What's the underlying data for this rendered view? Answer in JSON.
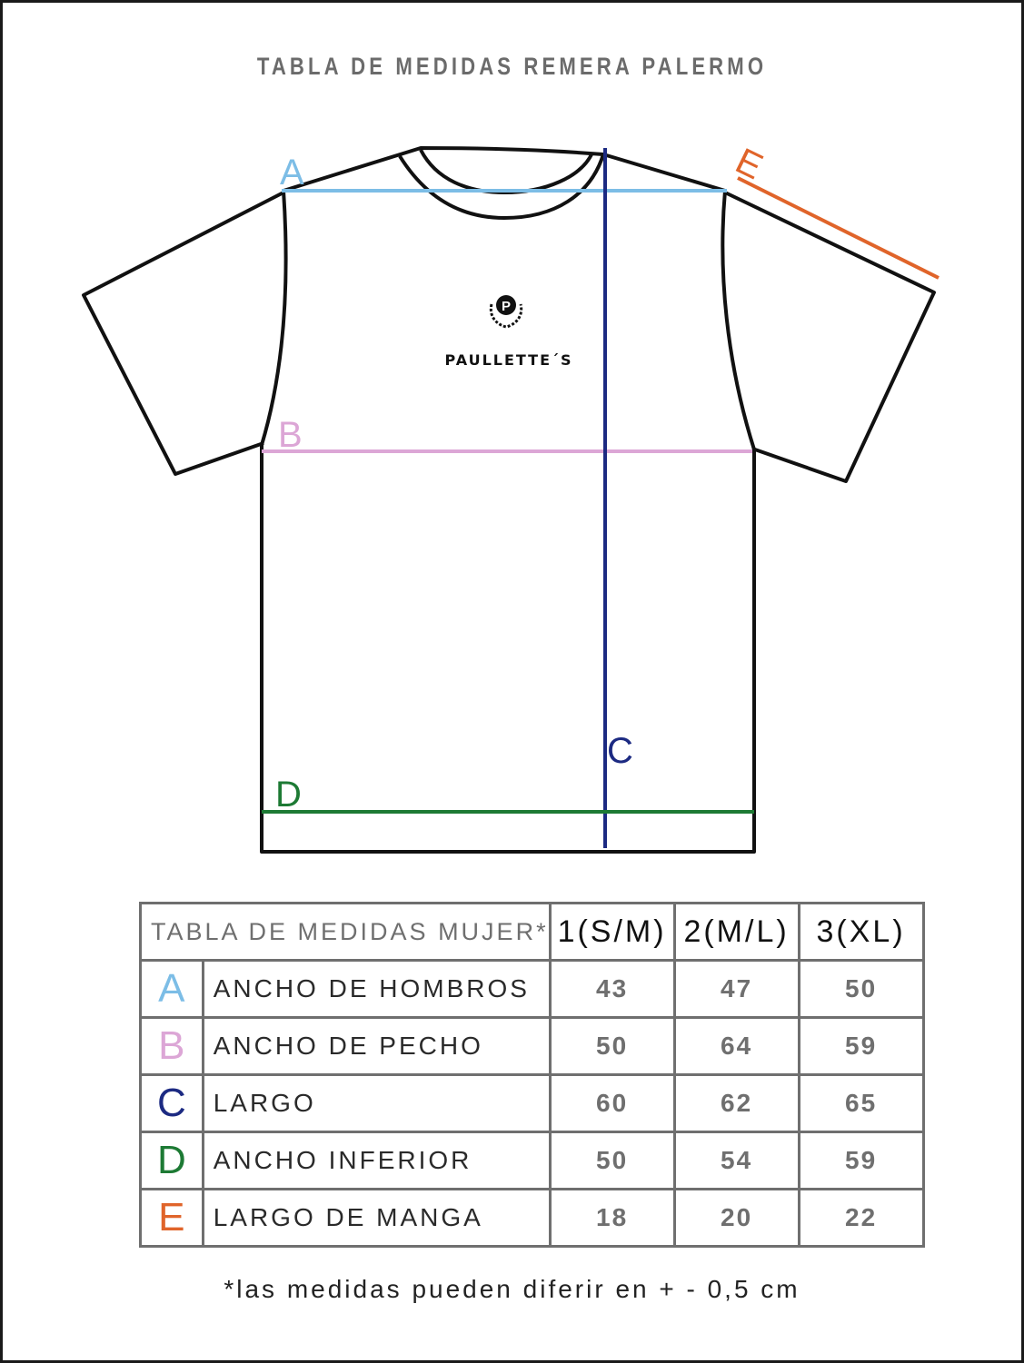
{
  "title": "TABLA DE MEDIDAS REMERA PALERMO",
  "brand": {
    "name": "PAULLETTE´S",
    "logo_letter": "P"
  },
  "measure_labels": {
    "A": {
      "letter": "A",
      "color": "#7cbde6"
    },
    "B": {
      "letter": "B",
      "color": "#dca6d6"
    },
    "C": {
      "letter": "C",
      "color": "#1c2a82"
    },
    "D": {
      "letter": "D",
      "color": "#1d7a34"
    },
    "E": {
      "letter": "E",
      "color": "#e0642a"
    }
  },
  "table": {
    "header_title": "TABLA DE MEDIDAS MUJER*",
    "sizes": [
      "1(S/M)",
      "2(M/L)",
      "3(XL)"
    ],
    "rows": [
      {
        "letter": "A",
        "color": "#7cbde6",
        "label": "ANCHO DE HOMBROS",
        "values": [
          "43",
          "47",
          "50"
        ]
      },
      {
        "letter": "B",
        "color": "#dca6d6",
        "label": "ANCHO DE PECHO",
        "values": [
          "50",
          "64",
          "59"
        ]
      },
      {
        "letter": "C",
        "color": "#1c2a82",
        "label": "LARGO",
        "values": [
          "60",
          "62",
          "65"
        ]
      },
      {
        "letter": "D",
        "color": "#1d7a34",
        "label": "ANCHO INFERIOR",
        "values": [
          "50",
          "54",
          "59"
        ]
      },
      {
        "letter": "E",
        "color": "#e0642a",
        "label": "LARGO DE MANGA",
        "values": [
          "18",
          "20",
          "22"
        ]
      }
    ]
  },
  "footnote": "*las medidas pueden diferir en + - 0,5 cm"
}
